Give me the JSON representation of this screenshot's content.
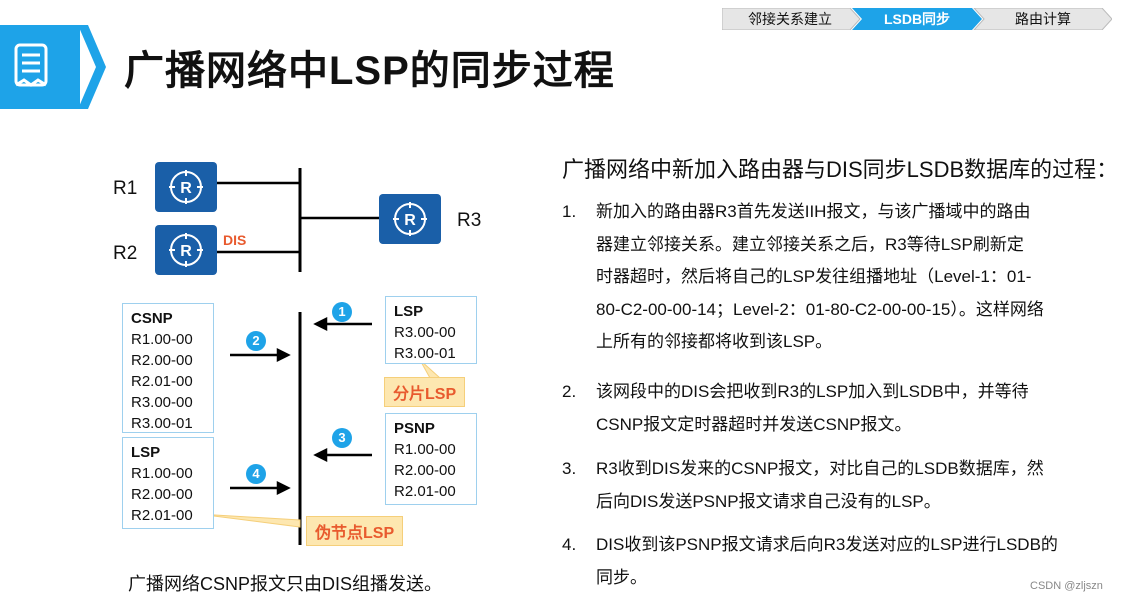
{
  "header": {
    "title": "广播网络中LSP的同步过程",
    "steps": [
      "邻接关系建立",
      "LSDB同步",
      "路由计算"
    ],
    "active_step_index": 1
  },
  "colors": {
    "accent": "#1ea3e8",
    "router": "#1a5fa8",
    "highlight": "#e85a2e",
    "callout_bg": "#fde7b0"
  },
  "diagram": {
    "routers": [
      {
        "label": "R1",
        "icon": "router-icon"
      },
      {
        "label": "R2",
        "icon": "router-icon"
      },
      {
        "label": "R3",
        "icon": "router-icon"
      }
    ],
    "dis_tag": "DIS",
    "packets": {
      "csnp": {
        "header": "CSNP",
        "entries": [
          "R1.00-00",
          "R2.00-00",
          "R2.01-00",
          "R3.00-00",
          "R3.00-01"
        ]
      },
      "lsp_left": {
        "header": "LSP",
        "entries": [
          "R1.00-00",
          "R2.00-00",
          "R2.01-00"
        ]
      },
      "lsp_right": {
        "header": "LSP",
        "entries": [
          "R3.00-00",
          "R3.00-01"
        ]
      },
      "psnp": {
        "header": "PSNP",
        "entries": [
          "R1.00-00",
          "R2.00-00",
          "R2.01-00"
        ]
      }
    },
    "badges": [
      "1",
      "2",
      "3",
      "4"
    ],
    "callouts": {
      "fragment": "分片LSP",
      "pseudonode": "伪节点LSP"
    },
    "bottom_note": "广播网络CSNP报文只由DIS组播发送。"
  },
  "right": {
    "heading": "广播网络中新加入路由器与DIS同步LSDB数据库的过程：",
    "items": [
      {
        "num": "1.",
        "lines": [
          "新加入的路由器R3首先发送IIH报文，与该广播域中的路由",
          "器建立邻接关系。建立邻接关系之后，R3等待LSP刷新定",
          "时器超时，然后将自己的LSP发往组播地址（Level-1：01-",
          "80-C2-00-00-14；Level-2：01-80-C2-00-00-15）。这样网络",
          "上所有的邻接都将收到该LSP。"
        ]
      },
      {
        "num": "2.",
        "lines": [
          "该网段中的DIS会把收到R3的LSP加入到LSDB中，并等待",
          "CSNP报文定时器超时并发送CSNP报文。"
        ]
      },
      {
        "num": "3.",
        "lines": [
          "R3收到DIS发来的CSNP报文，对比自己的LSDB数据库，然",
          "后向DIS发送PSNP报文请求自己没有的LSP。"
        ]
      },
      {
        "num": "4.",
        "lines": [
          "DIS收到该PSNP报文请求后向R3发送对应的LSP进行LSDB的",
          "同步。"
        ]
      }
    ]
  },
  "watermark": "CSDN @zljszn"
}
